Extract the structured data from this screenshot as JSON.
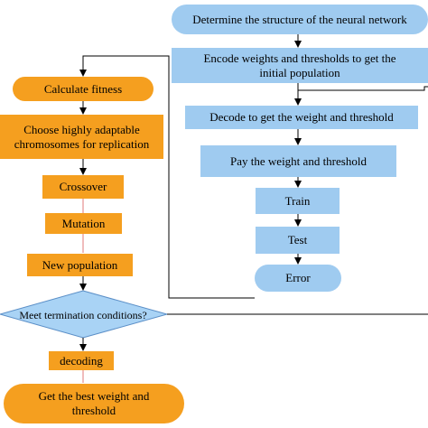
{
  "nodes": {
    "determine_structure": "Determine the structure of the neural network",
    "encode": "Encode weights and thresholds to get the initial population",
    "decode": "Decode to get the weight and threshold",
    "pay": "Pay the weight and threshold",
    "train": "Train",
    "test": "Test",
    "error": "Error",
    "calculate_fitness": "Calculate fitness",
    "choose": "Choose highly adaptable chromosomes for replication",
    "crossover": "Crossover",
    "mutation": "Mutation",
    "new_population": "New population",
    "meet_termination": "Meet termination conditions?",
    "decoding": "decoding",
    "best": "Get the best weight and threshold"
  },
  "colors": {
    "blue_fill": "#9fcbf0",
    "orange_fill": "#f59f1f",
    "diamond_fill": "#a9d3f5",
    "arrow": "#000000",
    "link": "#e07a7a"
  }
}
